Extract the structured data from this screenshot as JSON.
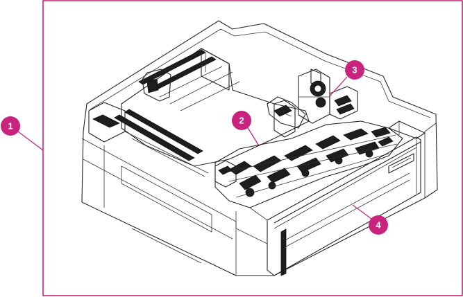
{
  "colors": {
    "accent": "#c8247d",
    "line": "#222222",
    "background": "#ffffff"
  },
  "callouts": [
    {
      "id": "1",
      "label": "1"
    },
    {
      "id": "2",
      "label": "2"
    },
    {
      "id": "3",
      "label": "3"
    },
    {
      "id": "4",
      "label": "4"
    }
  ]
}
